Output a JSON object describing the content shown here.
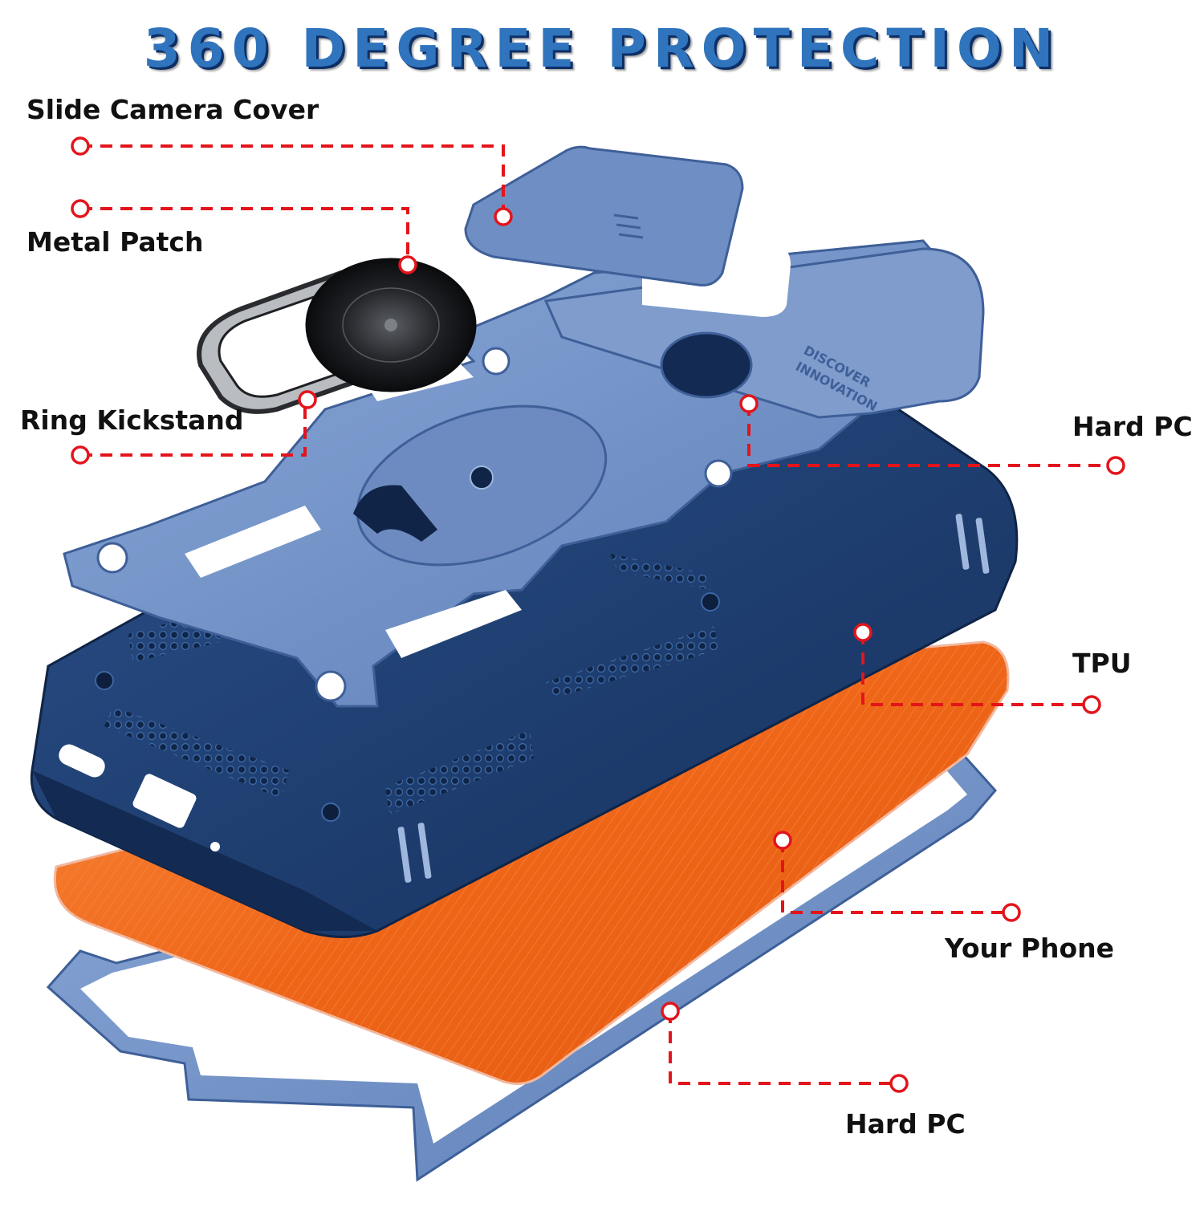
{
  "title": "360 DEGREE PROTECTION",
  "labels": {
    "slide_camera_cover": "Slide Camera Cover",
    "metal_patch": "Metal Patch",
    "ring_kickstand": "Ring Kickstand",
    "hard_pc_top": "Hard PC",
    "tpu": "TPU",
    "your_phone": "Your Phone",
    "hard_pc_bottom": "Hard PC"
  },
  "engraving": [
    "DISCOVER",
    "INNOVATION"
  ],
  "colors": {
    "title_blue": "#2f74bd",
    "callout_red": "#e3141b",
    "case_navy": "#1f3f72",
    "frame_blue": "#6f8fc4",
    "phone_orange": "#f06a1c"
  }
}
